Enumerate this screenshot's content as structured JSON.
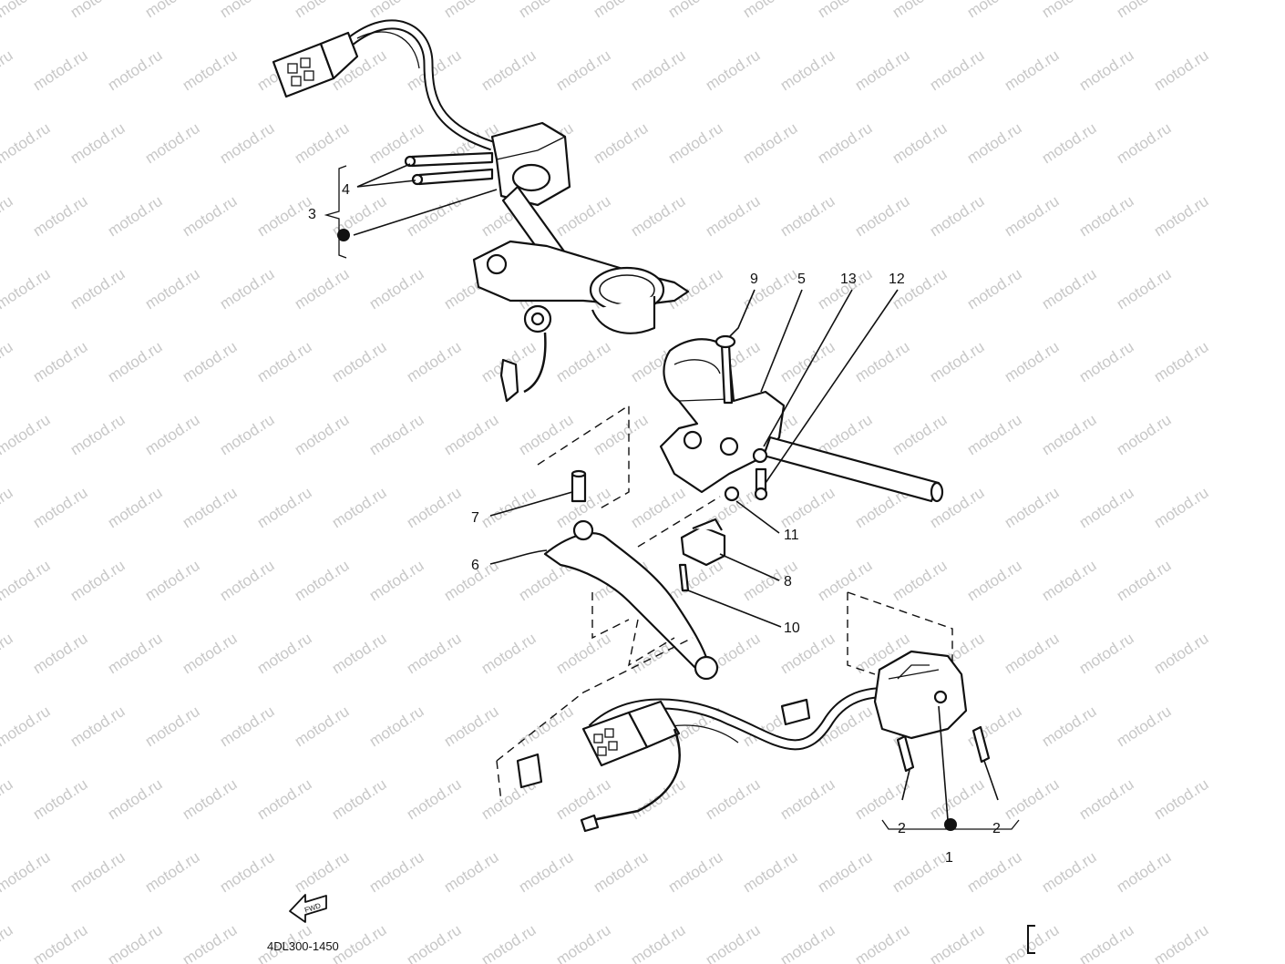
{
  "watermark": {
    "text": "motod.ru"
  },
  "callouts": [
    {
      "id": "c1",
      "label": "1"
    },
    {
      "id": "c2a",
      "label": "2"
    },
    {
      "id": "c2b",
      "label": "2"
    },
    {
      "id": "c3",
      "label": "3"
    },
    {
      "id": "c4",
      "label": "4"
    },
    {
      "id": "c5",
      "label": "5"
    },
    {
      "id": "c6",
      "label": "6"
    },
    {
      "id": "c7",
      "label": "7"
    },
    {
      "id": "c8",
      "label": "8"
    },
    {
      "id": "c9",
      "label": "9"
    },
    {
      "id": "c10",
      "label": "10"
    },
    {
      "id": "c11",
      "label": "11"
    },
    {
      "id": "c12",
      "label": "12"
    },
    {
      "id": "c13",
      "label": "13"
    }
  ],
  "direction_symbol": {
    "text": "FWD"
  },
  "drawing_code": "4DL300-1450",
  "colors": {
    "ink": "#111111",
    "watermark": "#c8c8c8",
    "background": "#ffffff"
  }
}
